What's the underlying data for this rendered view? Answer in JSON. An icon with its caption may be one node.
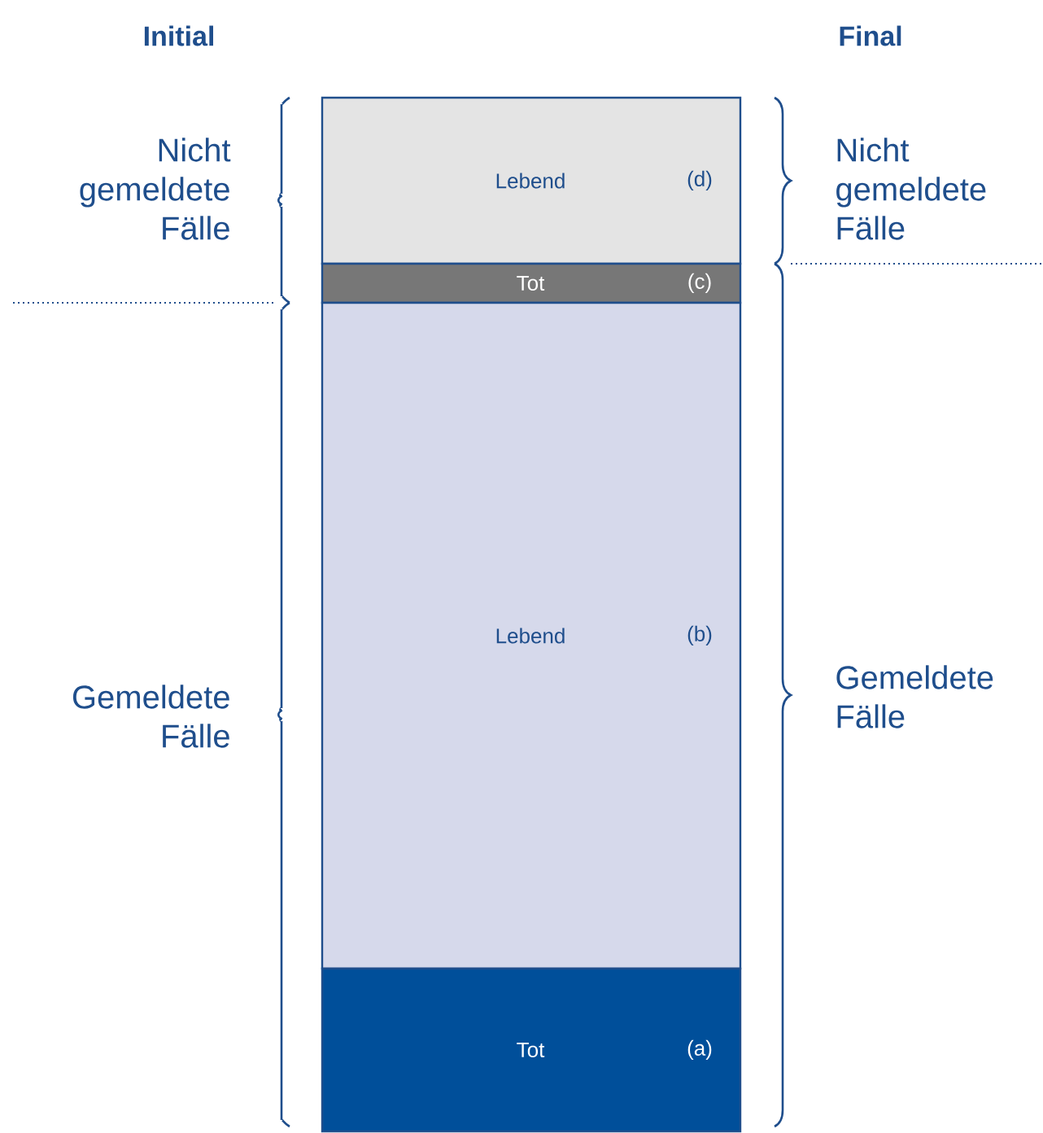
{
  "diagram": {
    "nodes": [
      {
        "text": [
          "Lebend",
          "(d)"
        ]
      },
      {
        "text": [
          "Tot",
          "(c)"
        ]
      },
      {
        "text": [
          "Lebend",
          "(b)"
        ]
      },
      {
        "text": [
          "Tot",
          "(a)"
        ]
      }
    ],
    "labels": [
      "Initial",
      "Final",
      "Nicht gemeldete Fälle",
      "Nicht gemeldete Fälle",
      "Gemeldete Fälle",
      "Gemeldete Fälle"
    ]
  }
}
